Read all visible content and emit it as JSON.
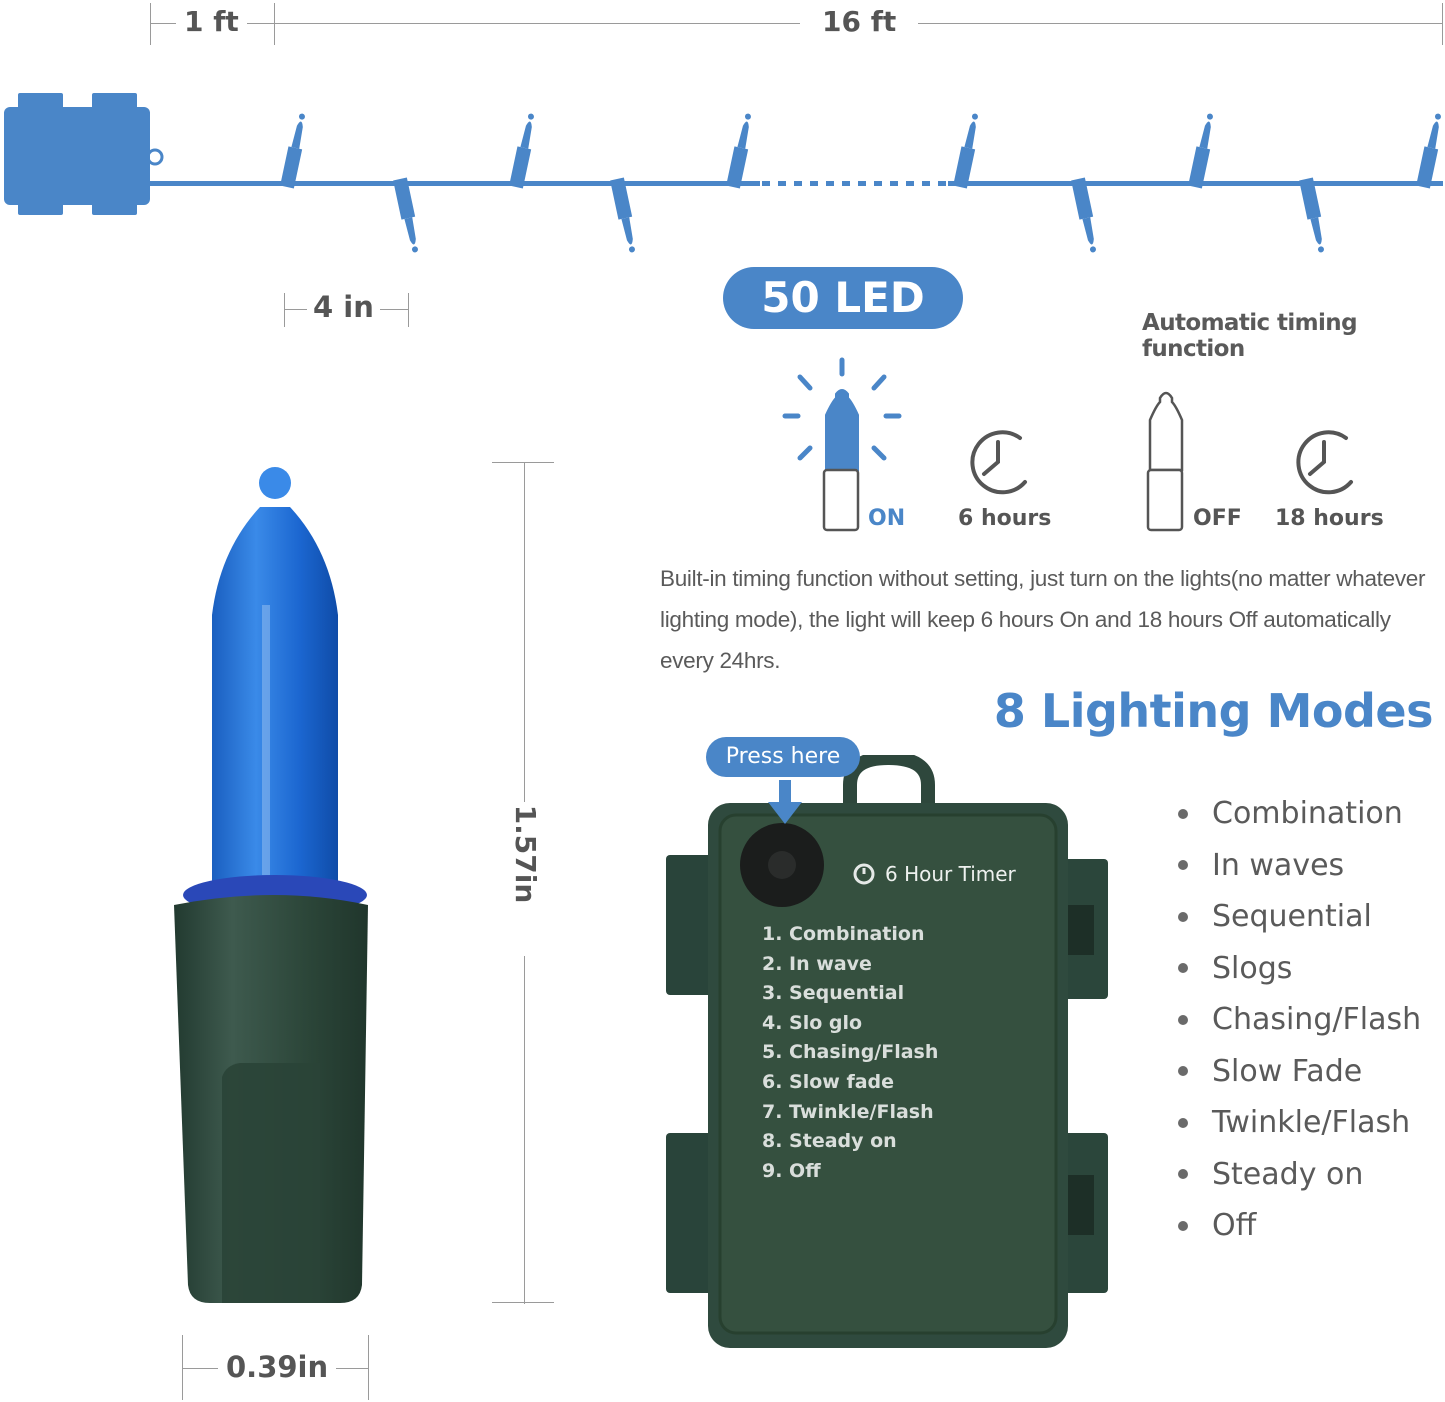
{
  "dimensions": {
    "lead_length": "1 ft",
    "total_length": "16 ft",
    "bulb_spacing": "4 in",
    "bulb_height": "1.57in",
    "bulb_width": "0.39in"
  },
  "led_badge": "50 LED",
  "timing": {
    "heading": "Automatic timing function",
    "on_label": "ON",
    "on_duration": "6 hours",
    "off_label": "OFF",
    "off_duration": "18 hours",
    "description": "Built-in timing function without setting, just turn on the lights(no matter whatever lighting mode), the light will keep 6 hours On and 18 hours Off automatically every 24hrs."
  },
  "control_box": {
    "press_label": "Press here",
    "timer_label": "6 Hour Timer",
    "modes": [
      "1. Combination",
      "2. In wave",
      "3. Sequential",
      "4. Slo glo",
      "5. Chasing/Flash",
      "6. Slow fade",
      "7. Twinkle/Flash",
      "8. Steady on",
      "9. Off"
    ]
  },
  "lighting_modes": {
    "title": "8 Lighting Modes",
    "items": [
      "Combination",
      "In waves",
      "Sequential",
      "Slogs",
      "Chasing/Flash",
      "Slow Fade",
      "Twinkle/Flash",
      "Steady on",
      "Off"
    ]
  },
  "colors": {
    "accent_blue": "#4a86c8",
    "bulb_blue": "#1f6fd6",
    "base_green": "#2e4a3e",
    "text_gray": "#555555"
  }
}
